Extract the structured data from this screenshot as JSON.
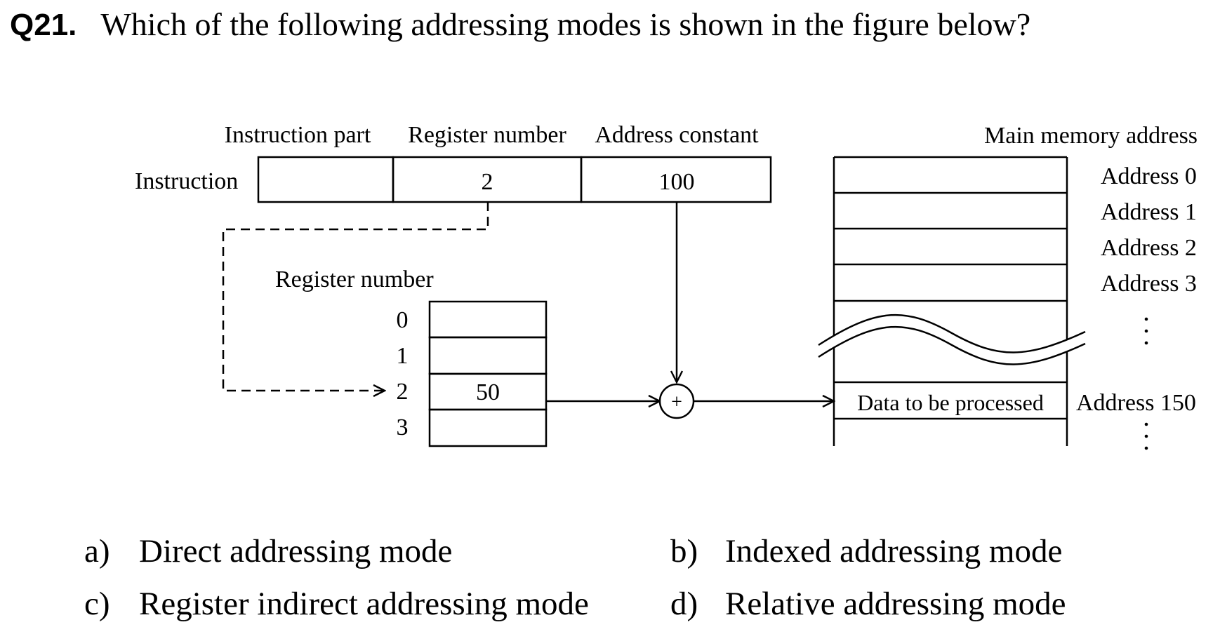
{
  "question": {
    "number": "Q21.",
    "text": "Which of the following addressing modes is shown in the figure below?"
  },
  "figure": {
    "instruction_label": "Instruction",
    "field_headers": {
      "part": "Instruction part",
      "register": "Register number",
      "constant": "Address constant"
    },
    "fields": {
      "part": "",
      "register": "2",
      "constant": "100"
    },
    "register_file": {
      "title": "Register number",
      "indices": [
        "0",
        "1",
        "2",
        "3"
      ],
      "values": [
        "",
        "",
        "50",
        ""
      ]
    },
    "adder_symbol": "+",
    "memory": {
      "title": "Main memory address",
      "addresses": [
        "Address 0",
        "Address 1",
        "Address 2",
        "Address 3"
      ],
      "data_label": "Data to be processed",
      "data_address": "Address 150"
    }
  },
  "options": [
    {
      "letter": "a)",
      "text": "Direct addressing mode"
    },
    {
      "letter": "b)",
      "text": "Indexed addressing mode"
    },
    {
      "letter": "c)",
      "text": "Register indirect addressing mode"
    },
    {
      "letter": "d)",
      "text": "Relative addressing mode"
    }
  ]
}
